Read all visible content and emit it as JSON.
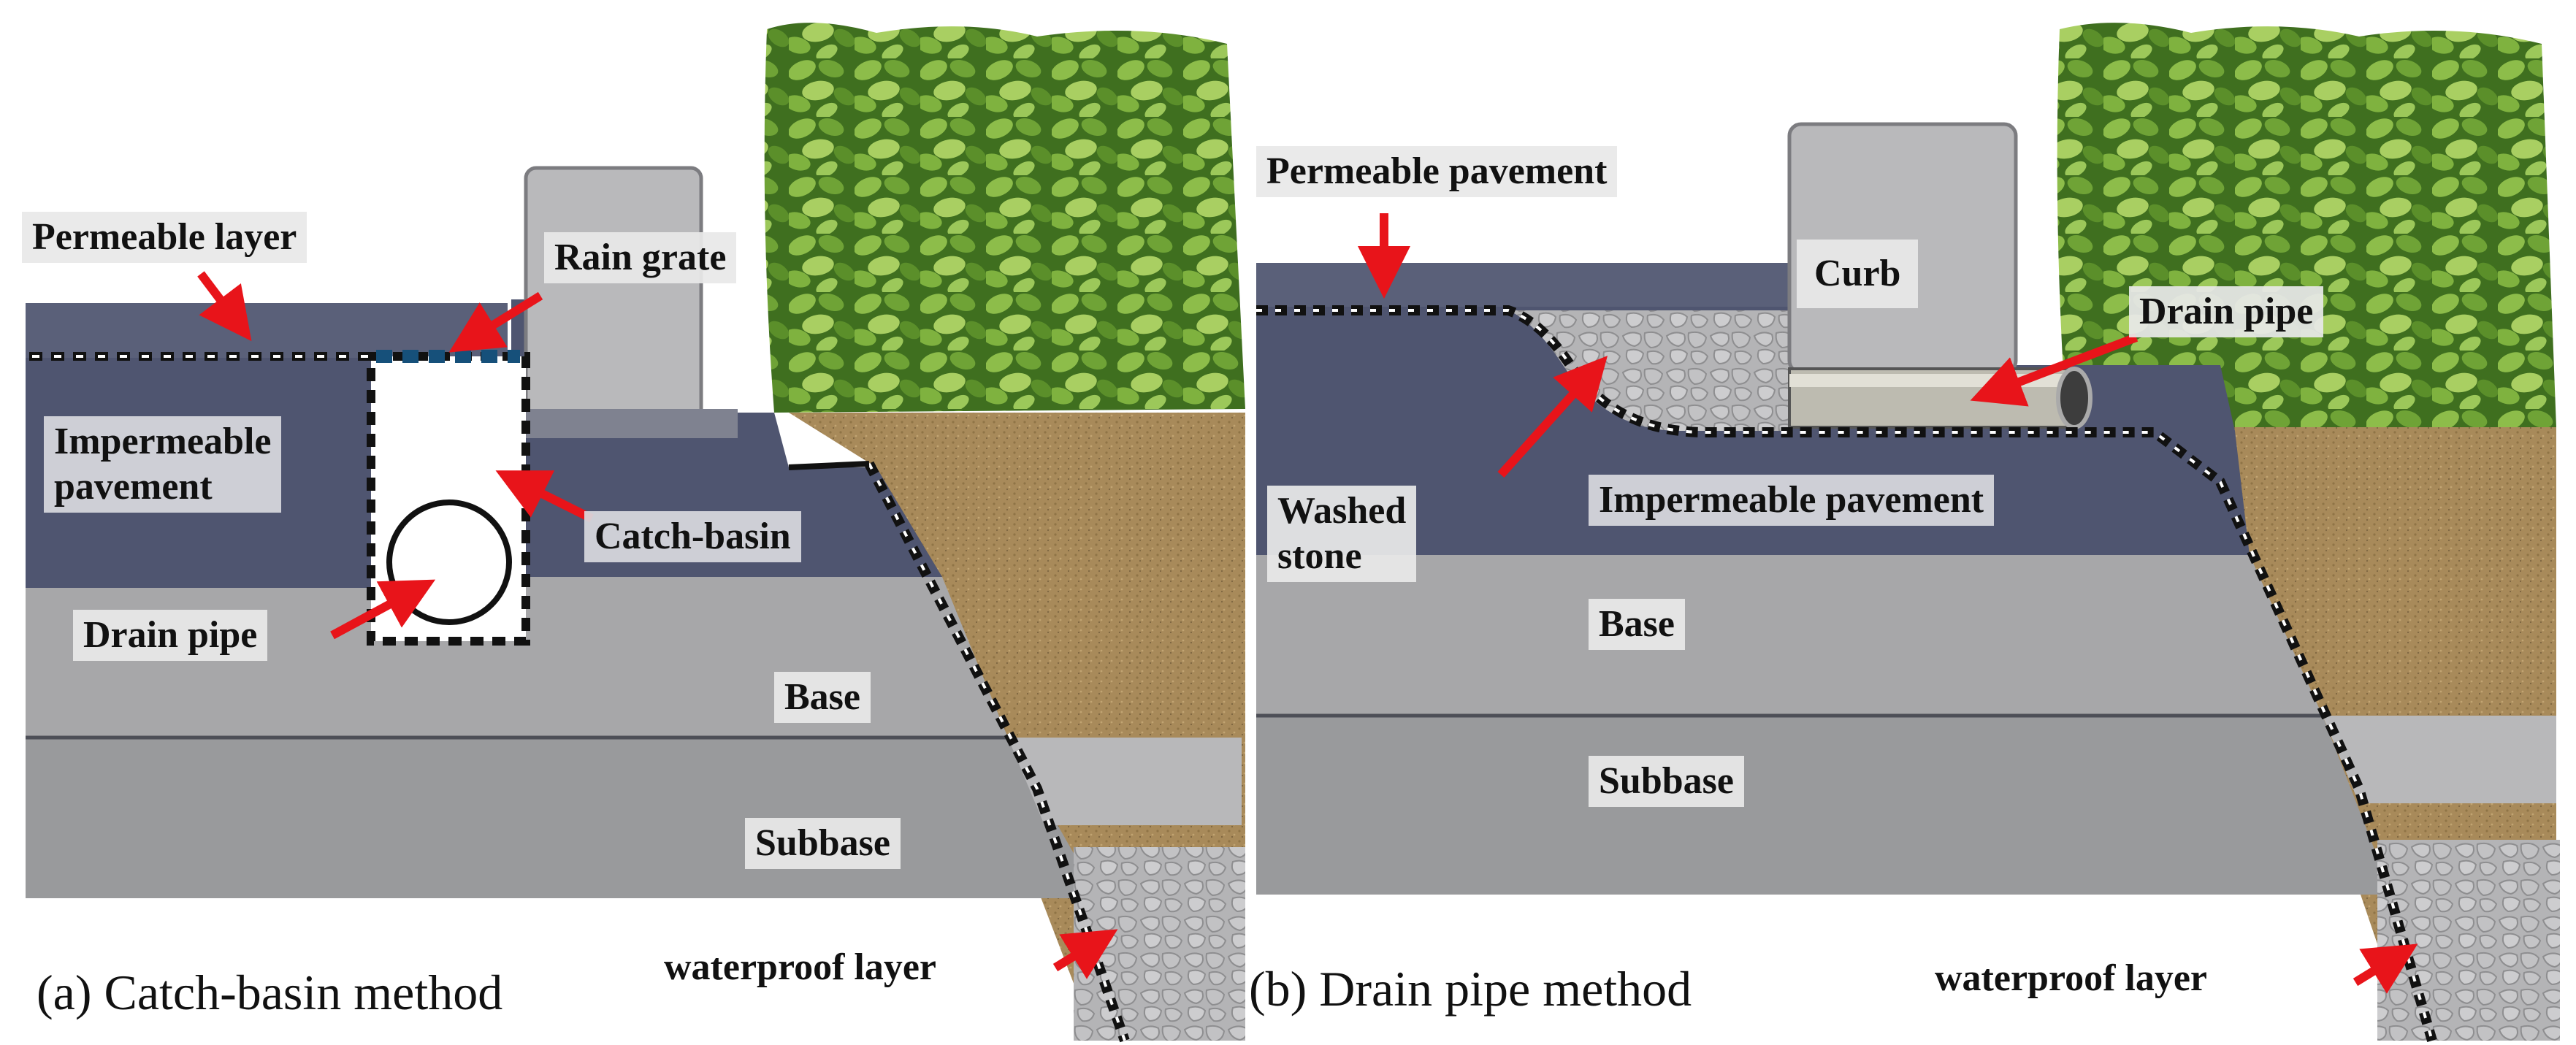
{
  "panel_a": {
    "caption": "(a) Catch-basin method",
    "labels": {
      "permeable_layer": "Permeable layer",
      "rain_grate": "Rain grate",
      "impermeable_pavement": "Impermeable\npavement",
      "catch_basin": "Catch-basin",
      "drain_pipe": "Drain pipe",
      "base": "Base",
      "subbase": "Subbase",
      "waterproof_layer": "waterproof layer"
    }
  },
  "panel_b": {
    "caption": "(b) Drain pipe method",
    "labels": {
      "permeable_pavement": "Permeable pavement",
      "curb": "Curb",
      "drain_pipe": "Drain pipe",
      "washed_stone": "Washed\nstone",
      "impermeable_pavement": "Impermeable pavement",
      "base": "Base",
      "subbase": "Subbase",
      "waterproof_layer": "waterproof layer"
    }
  },
  "colors": {
    "pavement": "#4f5570",
    "base": "#a7a7a9",
    "subbase": "#999a9c",
    "soil": "#a88a5a",
    "curb": "#b9b9bb",
    "arrow": "#e8141a",
    "foliage": "#5e8f2e"
  }
}
